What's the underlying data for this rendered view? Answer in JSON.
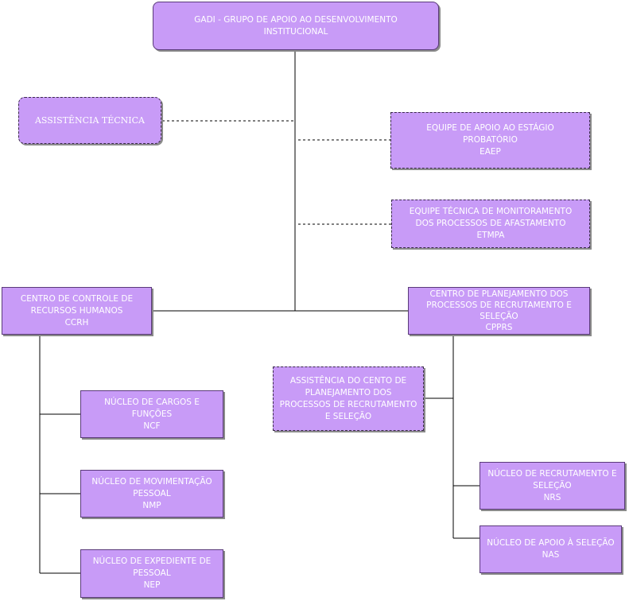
{
  "root": {
    "line1": "GADI - GRUPO DE APOIO AO DESENVOLVIMENTO",
    "line2": "INSTITUCIONAL"
  },
  "assistencia_tecnica": {
    "label": "ASSISTÊNCIA TÉCNICA"
  },
  "eaep": {
    "line1": "EQUIPE DE APOIO AO ESTÁGIO",
    "line2": "PROBATÓRIO",
    "line3": "EAEP"
  },
  "etmpa": {
    "line1": "EQUIPE TÉCNICA DE MONITORAMENTO",
    "line2": "DOS PROCESSOS DE AFASTAMENTO",
    "line3": "ETMPA"
  },
  "ccrh": {
    "line1": "CENTRO DE CONTROLE DE",
    "line2": "RECURSOS HUMANOS",
    "line3": "CCRH"
  },
  "cpprs": {
    "line1": "CENTRO DE PLANEJAMENTO DOS",
    "line2": "PROCESSOS DE RECRUTAMENTO E",
    "line3": "SELEÇÃO",
    "line4": "CPPRS"
  },
  "assist_cpprs": {
    "line1": "ASSISTÊNCIA DO CENTO DE",
    "line2": "PLANEJAMENTO DOS",
    "line3": "PROCESSOS DE RECRUTAMENTO",
    "line4": "E SELEÇÃO"
  },
  "ncf": {
    "line1": "NÚCLEO DE CARGOS E",
    "line2": "FUNÇÕES",
    "line3": "NCF"
  },
  "nmp": {
    "line1": "NÚCLEO DE MOVIMENTAÇÃO",
    "line2": "PESSOAL",
    "line3": "NMP"
  },
  "nep": {
    "line1": "NÚCLEO DE EXPEDIENTE DE",
    "line2": "PESSOAL",
    "line3": "NEP"
  },
  "nrs": {
    "line1": "NÚCLEO DE RECRUTAMENTO E",
    "line2": "SELEÇÃO",
    "line3": "NRS"
  },
  "nas": {
    "line1": "NÚCLEO DE APOIO À SELEÇÃO",
    "line2": "NAS"
  }
}
